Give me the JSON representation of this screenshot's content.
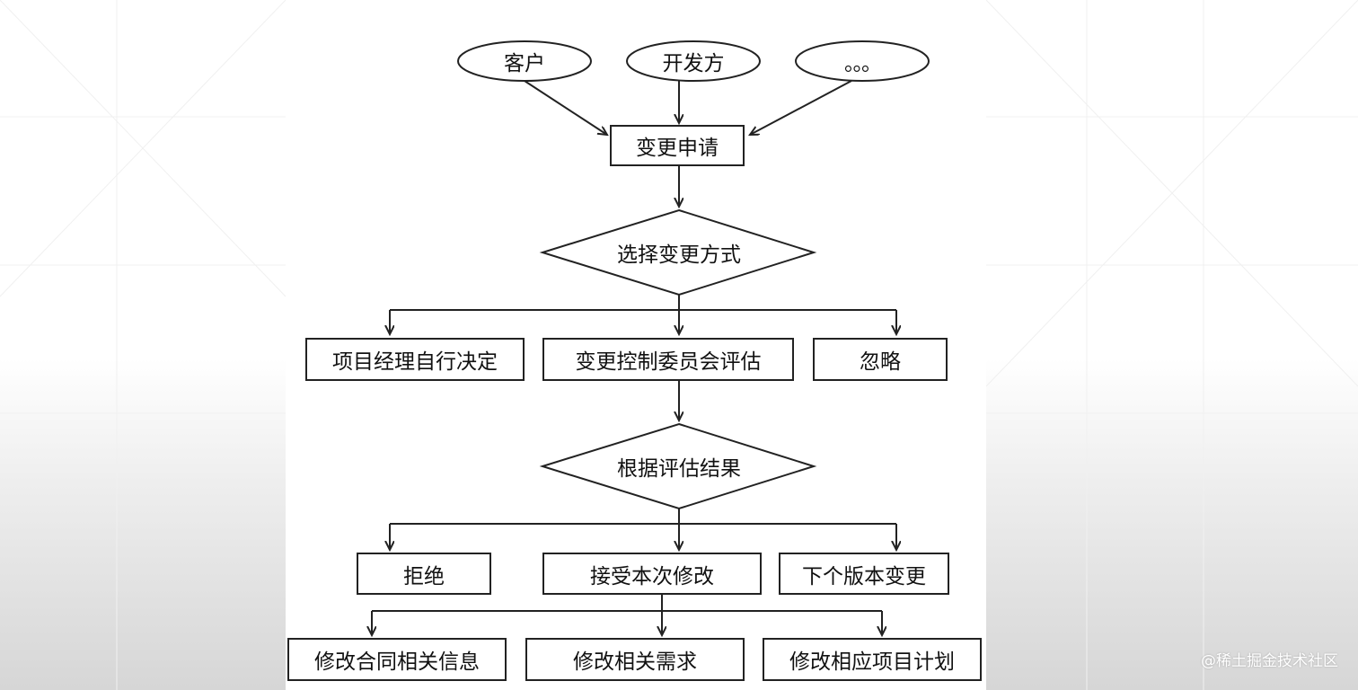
{
  "diagram": {
    "sources": [
      "客户",
      "开发方",
      "。。。"
    ],
    "change_request": "变更申请",
    "decision_mode": "选择变更方式",
    "modes": [
      "项目经理自行决定",
      "变更控制委员会评估",
      "忽略"
    ],
    "decision_result": "根据评估结果",
    "results": [
      "拒绝",
      "接受本次修改",
      "下个版本变更"
    ],
    "actions": [
      "修改合同相关信息",
      "修改相关需求",
      "修改相应项目计划"
    ],
    "line_color": "#222222"
  },
  "watermark": "@稀土掘金技术社区"
}
